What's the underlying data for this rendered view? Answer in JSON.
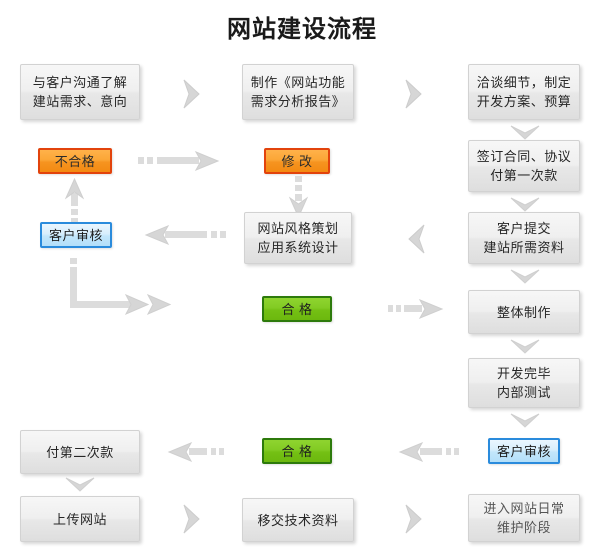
{
  "page": {
    "title": "网站建设流程",
    "background": "#ffffff"
  },
  "colors": {
    "orange_fill": "#f79a24",
    "orange_border": "#e2430c",
    "blue_fill": "#c2e6fb",
    "blue_border": "#2a8bdc",
    "green_fill": "#7cc71a",
    "green_border": "#2d7a0b",
    "grey_fill": "#ececec",
    "grey_border": "#d2d2d2",
    "connector": "#d9d9d9",
    "text": "#262626"
  },
  "nodes": [
    {
      "id": "n1",
      "label": "与客户沟通了解\n建站需求、意向",
      "kind": "grey"
    },
    {
      "id": "n2",
      "label": "制作《网站功能\n需求分析报告》",
      "kind": "grey"
    },
    {
      "id": "n3",
      "label": "洽谈细节，制定\n开发方案、预算",
      "kind": "grey"
    },
    {
      "id": "n4",
      "label": "不合格",
      "kind": "orange"
    },
    {
      "id": "n5",
      "label": "修  改",
      "kind": "orange"
    },
    {
      "id": "n6",
      "label": "签订合同、协议\n付第一次款",
      "kind": "grey"
    },
    {
      "id": "n7",
      "label": "客户审核",
      "kind": "blue"
    },
    {
      "id": "n8",
      "label": "网站风格策划\n应用系统设计",
      "kind": "grey"
    },
    {
      "id": "n9",
      "label": "客户提交\n建站所需资料",
      "kind": "grey"
    },
    {
      "id": "n10",
      "label": "合  格",
      "kind": "green"
    },
    {
      "id": "n11",
      "label": "整体制作",
      "kind": "grey"
    },
    {
      "id": "n12",
      "label": "开发完毕\n内部测试",
      "kind": "grey"
    },
    {
      "id": "n13",
      "label": "付第二次款",
      "kind": "grey"
    },
    {
      "id": "n14",
      "label": "合  格",
      "kind": "green"
    },
    {
      "id": "n15",
      "label": "客户审核",
      "kind": "blue"
    },
    {
      "id": "n16",
      "label": "上传网站",
      "kind": "grey"
    },
    {
      "id": "n17",
      "label": "移交技术资料",
      "kind": "grey"
    },
    {
      "id": "n18",
      "label": "进入网站日常\n维护阶段",
      "kind": "grey"
    }
  ],
  "connectors": [
    {
      "id": "c1",
      "icon": "chevron-right-icon",
      "from": "n1",
      "to": "n2"
    },
    {
      "id": "c2",
      "icon": "chevron-right-icon",
      "from": "n2",
      "to": "n3"
    },
    {
      "id": "c3",
      "icon": "chevron-down-icon",
      "from": "n3",
      "to": "n6"
    },
    {
      "id": "c4",
      "icon": "chevron-down-icon",
      "from": "n6",
      "to": "n9"
    },
    {
      "id": "c5",
      "icon": "chevron-down-icon",
      "from": "n9",
      "to": "n10"
    },
    {
      "id": "c6",
      "icon": "dashed-arrow-right-icon",
      "from": "n4",
      "to": "n5"
    },
    {
      "id": "c7",
      "icon": "dashed-arrow-up-icon",
      "from": "n7",
      "to": "n4"
    },
    {
      "id": "c8",
      "icon": "dashed-arrow-down-icon",
      "from": "n5",
      "to": "n8"
    },
    {
      "id": "c9",
      "icon": "dashed-arrow-left-icon",
      "from": "n8",
      "to": "n7"
    },
    {
      "id": "c10",
      "icon": "chevron-left-icon",
      "from": "n9",
      "to": "n8"
    },
    {
      "id": "c11",
      "icon": "elbow-down-right-arrow-icon",
      "from": "n7",
      "to": "n10"
    },
    {
      "id": "c12",
      "icon": "dashed-arrow-right-icon",
      "from": "n10",
      "to": "n11"
    },
    {
      "id": "c13",
      "icon": "chevron-down-icon",
      "from": "n11",
      "to": "n12"
    },
    {
      "id": "c14",
      "icon": "chevron-down-icon",
      "from": "n12",
      "to": "n15"
    },
    {
      "id": "c15",
      "icon": "dashed-arrow-left-icon",
      "from": "n15",
      "to": "n14"
    },
    {
      "id": "c16",
      "icon": "dashed-arrow-left-icon",
      "from": "n14",
      "to": "n13"
    },
    {
      "id": "c17",
      "icon": "chevron-down-icon",
      "from": "n13",
      "to": "n16"
    },
    {
      "id": "c18",
      "icon": "chevron-right-icon",
      "from": "n16",
      "to": "n17"
    },
    {
      "id": "c19",
      "icon": "chevron-right-icon",
      "from": "n17",
      "to": "n18"
    }
  ]
}
